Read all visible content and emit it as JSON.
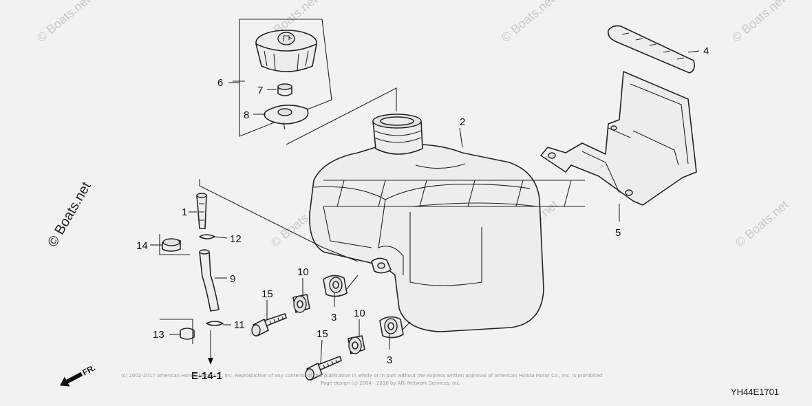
{
  "watermark": {
    "text": "© Boats.net"
  },
  "copyright": {
    "line1": "(c) 2002-2017 American Honda Motor Co., Inc. Reproduction of any contents of this publication in whole or in part without the express written approval of American Honda Motor Co., Inc. is prohibited",
    "line2": "Page design (c) 2004 - 2016 by ARI Network Services, Inc."
  },
  "diagram_code": "YH44E1701",
  "reference": "E-14-1",
  "direction": "FR.",
  "callouts": {
    "c1": "1",
    "c2": "2",
    "c3a": "3",
    "c3b": "3",
    "c4": "4",
    "c5": "5",
    "c6": "6",
    "c7": "7",
    "c8": "8",
    "c9": "9",
    "c10a": "10",
    "c10b": "10",
    "c11": "11",
    "c12": "12",
    "c13": "13",
    "c14": "14",
    "c15a": "15",
    "c15b": "15"
  },
  "icons": {
    "fuel_pump": "fuel-pump-icon",
    "direction": "front-arrow-icon"
  }
}
